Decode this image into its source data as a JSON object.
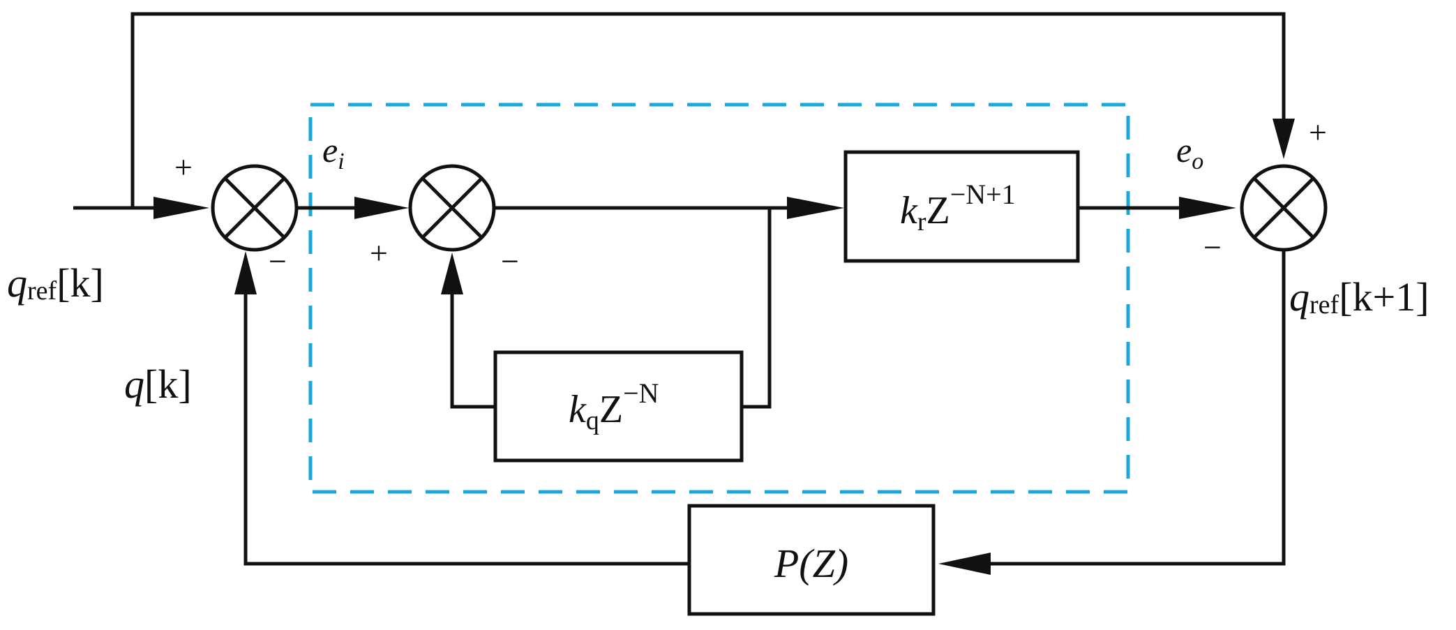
{
  "diagram": {
    "input": {
      "sym": "q",
      "sub": "ref",
      "idx": "[k]"
    },
    "output": {
      "sym": "q",
      "sub": "ref",
      "idx": "[k+1]"
    },
    "feedback": {
      "sym": "q",
      "idx": "[k]"
    },
    "sum1": {
      "plus": "+",
      "minus": "−"
    },
    "sum2": {
      "plus": "+",
      "minus": "−"
    },
    "sum3": {
      "plus": "+",
      "minus": "−"
    },
    "error_in": {
      "sym": "e",
      "sub": "i"
    },
    "error_out": {
      "sym": "e",
      "sub": "o"
    },
    "block_kr": {
      "coef": "k",
      "coef_sub": "r",
      "var": "Z",
      "exp": "−N+1"
    },
    "block_kq": {
      "coef": "k",
      "coef_sub": "q",
      "var": "Z",
      "exp": "−N"
    },
    "block_plant": {
      "label": "P(Z)"
    },
    "colors": {
      "line": "#111111",
      "dashed_box": "#1aa7dc",
      "background": "#ffffff"
    }
  }
}
